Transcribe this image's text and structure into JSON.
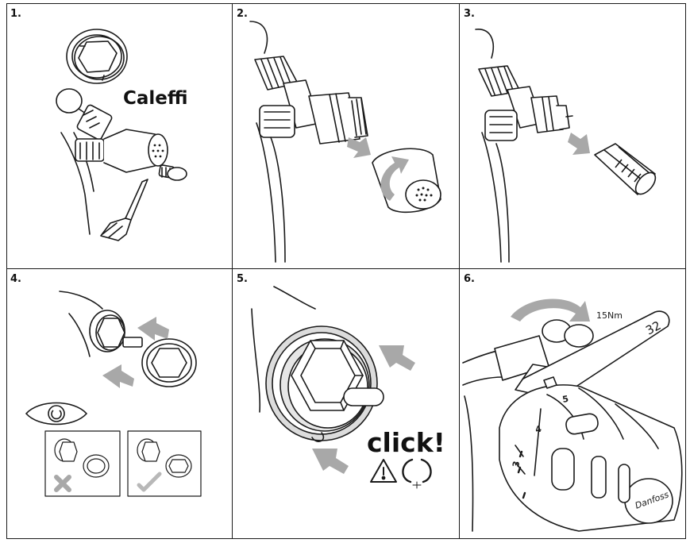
{
  "steps": [
    {
      "number": "1.",
      "label": "Caleffi"
    },
    {
      "number": "2."
    },
    {
      "number": "3."
    },
    {
      "number": "4."
    },
    {
      "number": "5.",
      "label": "click!"
    },
    {
      "number": "6.",
      "torque": "15Nm",
      "wrench_size": "32"
    }
  ],
  "colors": {
    "line": "#1a1a1a",
    "arrow": "#a8a8a8",
    "fill": "#ffffff",
    "grey_fill": "#d0d0d0"
  },
  "icons": [
    "screwdriver-icon",
    "eye-icon",
    "cross-mark-icon",
    "check-mark-icon",
    "warning-icon",
    "rotate-icon",
    "rotation-arrow-icon",
    "wrench-icon",
    "danfoss-logo-icon"
  ]
}
